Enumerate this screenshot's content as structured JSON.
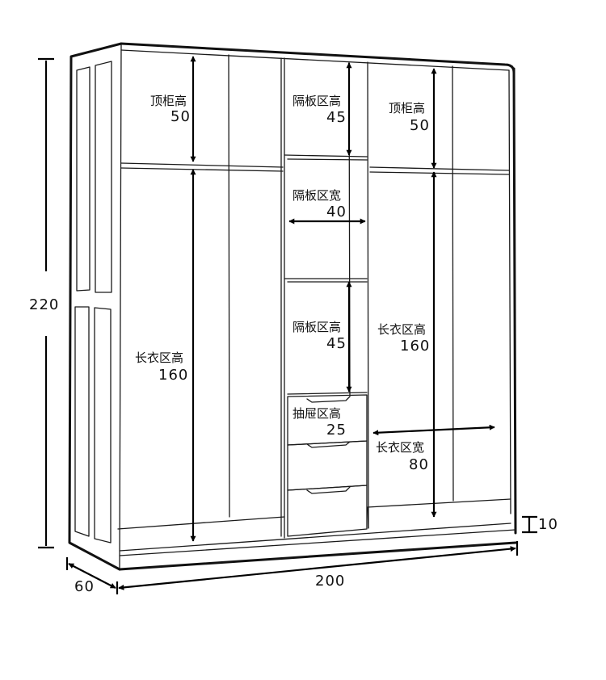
{
  "labels": {
    "top_left_title": "顶柜高",
    "top_left_value": "50",
    "top_right_title": "顶柜高",
    "top_right_value": "50",
    "shelf_top_title": "隔板区高",
    "shelf_top_value": "45",
    "shelf_width_title": "隔板区宽",
    "shelf_width_value": "40",
    "shelf_mid_title": "隔板区高",
    "shelf_mid_value": "45",
    "drawer_title": "抽屉区高",
    "drawer_value": "25",
    "hang_left_title": "长衣区高",
    "hang_left_value": "160",
    "hang_right_title": "长衣区高",
    "hang_right_value": "160",
    "hang_width_title": "长衣区宽",
    "hang_width_value": "80"
  },
  "dimensions": {
    "total_height": "220",
    "total_width": "200",
    "depth": "60",
    "base_height": "10"
  }
}
